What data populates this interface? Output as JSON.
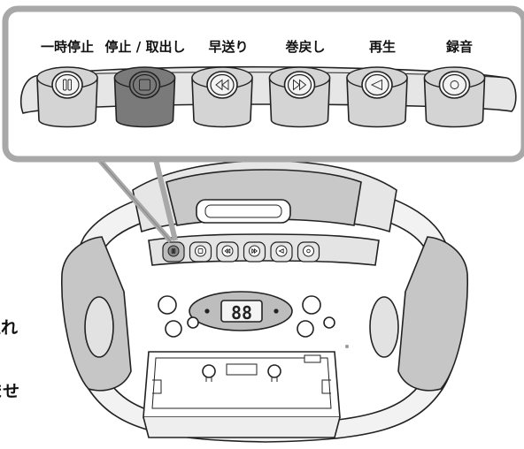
{
  "callout": {
    "buttons": [
      {
        "label": "一時停止",
        "icon": "pause-icon",
        "color": "#d4d4d4"
      },
      {
        "label": "停止 / 取出し",
        "icon": "stop-icon",
        "color": "#7a7a7a"
      },
      {
        "label": "早送り",
        "icon": "rewind-icon",
        "color": "#d4d4d4"
      },
      {
        "label": "巻戻し",
        "icon": "fast-forward-icon",
        "color": "#d4d4d4"
      },
      {
        "label": "再生",
        "icon": "play-icon",
        "color": "#d4d4d4"
      },
      {
        "label": "録音",
        "icon": "record-icon",
        "color": "#d4d4d4"
      }
    ]
  },
  "display": {
    "readout": "88"
  },
  "margin_text": {
    "line1": "入れ",
    "line2": "ませ"
  },
  "colors": {
    "frame": "#a8a8a8",
    "body": "#ededed",
    "speaker": "#c6c6c6",
    "outline": "#222222"
  }
}
